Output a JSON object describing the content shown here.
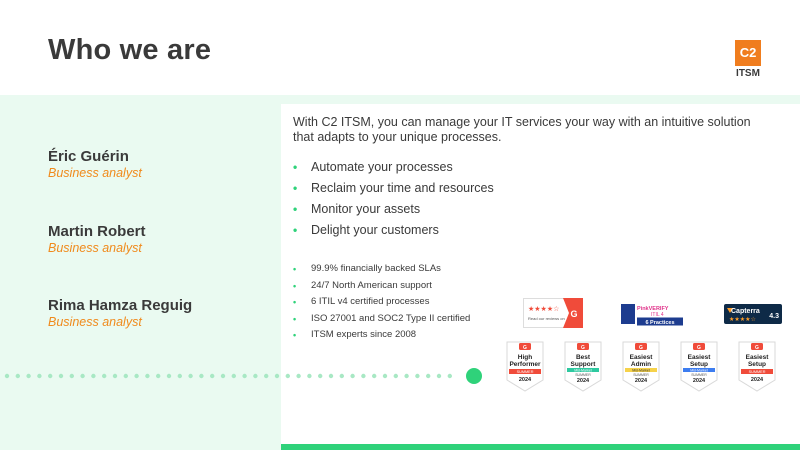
{
  "header": {
    "title": "Who we are"
  },
  "logo": {
    "mark": "C2",
    "text": "ITSM",
    "color": "#f07d1e"
  },
  "people": [
    {
      "name": "Éric Guérin",
      "role": "Business analyst"
    },
    {
      "name": "Martin Robert",
      "role": "Business analyst"
    },
    {
      "name": "Rima Hamza Reguig",
      "role": "Business analyst"
    }
  ],
  "intro": "With C2 ITSM, you can manage your IT services your way with an intuitive solution that adapts to your unique processes.",
  "benefits": [
    "Automate your processes",
    "Reclaim your time and resources",
    "Monitor your assets",
    "Delight your customers"
  ],
  "facts": [
    "99.9% financially backed SLAs",
    "24/7 North American support",
    "6 ITIL v4 certified processes",
    "ISO 27001 and SOC2 Type II certified",
    "ITSM experts since 2008"
  ],
  "bullet_glyph": "•",
  "review_badges": {
    "g2_review": {
      "stars": "★★★★☆",
      "caption": "Read our reviews on",
      "mark": "G"
    },
    "pinkverify": {
      "line1": "PinkVERIFY",
      "line2": "ITIL 4",
      "line3": "6 Practices"
    },
    "capterra": {
      "name": "Capterra",
      "stars": "★★★★☆",
      "score": "4.3"
    }
  },
  "g2_awards": [
    {
      "line1": "High",
      "line2": "Performer",
      "ribbon": "SUMMER",
      "year": "2024",
      "ribbon_color": "#f04b3a"
    },
    {
      "line1": "Best",
      "line2": "Support",
      "ribbon": "Mid-Market",
      "ribbon2": "SUMMER",
      "year": "2024",
      "ribbon_color": "#2ec9a0"
    },
    {
      "line1": "Easiest",
      "line2": "Admin",
      "ribbon": "Mid-Market",
      "ribbon2": "SUMMER",
      "year": "2024",
      "ribbon_color": "#f6d24a"
    },
    {
      "line1": "Easiest",
      "line2": "Setup",
      "ribbon": "Mid-Market",
      "ribbon2": "SUMMER",
      "year": "2024",
      "ribbon_color": "#3d7df0"
    },
    {
      "line1": "Easiest",
      "line2": "Setup",
      "ribbon": "SUMMER",
      "year": "2024",
      "ribbon_color": "#f04b3a"
    }
  ],
  "colors": {
    "accent_green": "#2fd27a",
    "accent_orange": "#f08a1c",
    "panel_bg": "#eafaf1",
    "g2_red": "#f04b3a"
  }
}
